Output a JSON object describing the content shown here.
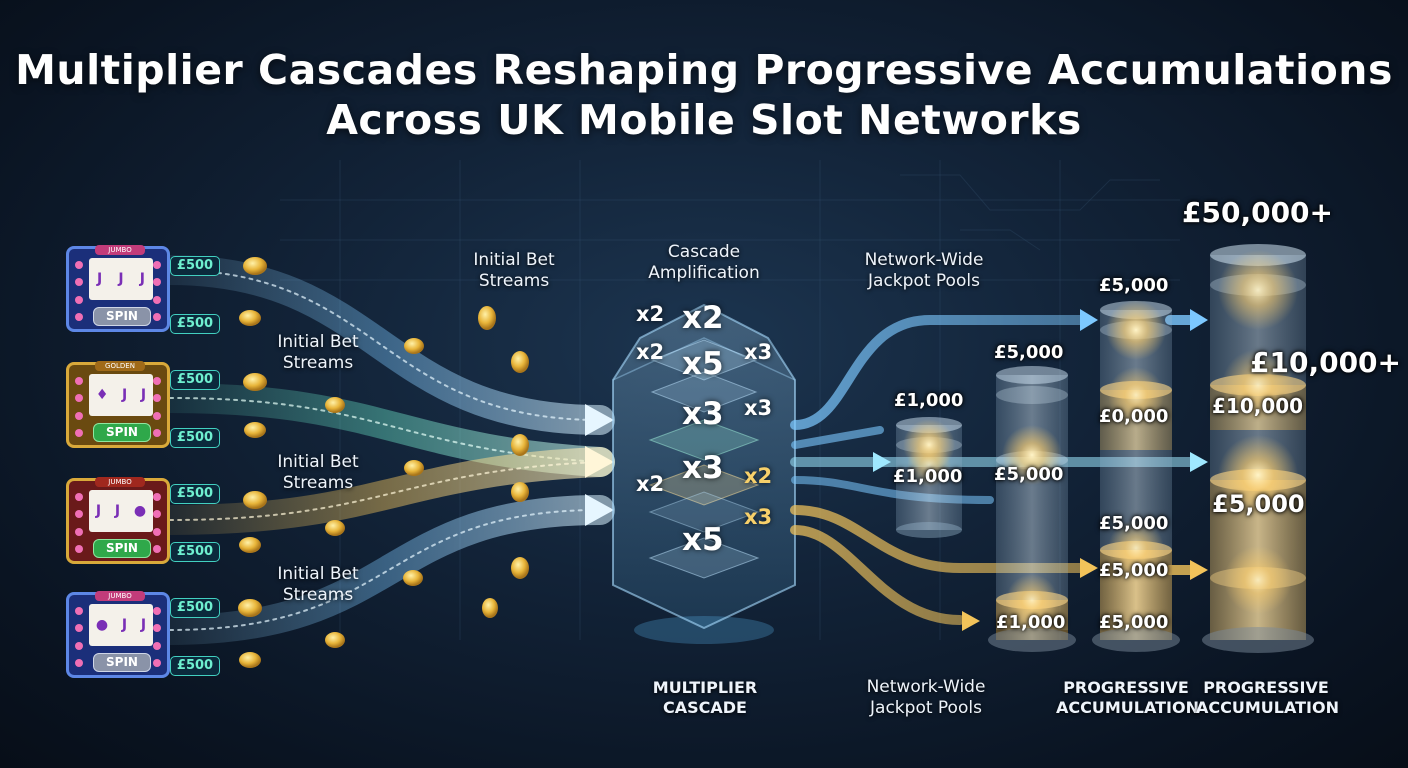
{
  "title": {
    "line1": "Multiplier Cascades Reshaping Progressive Accumulations",
    "line2": "Across UK Mobile Slot Networks"
  },
  "labels": {
    "initial_bet_streams_1": [
      "Initial Bet",
      "Streams"
    ],
    "initial_bet_streams_2": [
      "Initial Bet",
      "Streams"
    ],
    "initial_bet_streams_3": [
      "Initial Bet",
      "Streams"
    ],
    "initial_bet_streams_4": [
      "Initial Bet",
      "Streams"
    ],
    "cascade_amplification": [
      "Cascade",
      "Amplification"
    ],
    "network_wide_top": [
      "Network-Wide",
      "Jackpot Pools"
    ],
    "network_wide_bottom": [
      "Network-Wide",
      "Jackpot Pools"
    ],
    "multiplier_cascade": [
      "MULTIPLIER",
      "CASCADE"
    ],
    "progressive_accumulation_1": [
      "PROGRESSIVE",
      "ACCUMULATION"
    ],
    "progressive_accumulation_2": [
      "PROGRESSIVE",
      "ACCUMULATION"
    ]
  },
  "slots": [
    {
      "top_label": "JUMBO",
      "chips": [
        "£500",
        "£500"
      ],
      "spin": "SPIN",
      "theme": "blue"
    },
    {
      "top_label": "GOLDEN",
      "chips": [
        "£500",
        "£500"
      ],
      "spin": "SPIN",
      "theme": "gold"
    },
    {
      "top_label": "JUMBO",
      "chips": [
        "£500",
        "£500"
      ],
      "spin": "SPIN",
      "theme": "red"
    },
    {
      "top_label": "JUMBO",
      "chips": [
        "£500",
        "£500"
      ],
      "spin": "SPIN",
      "theme": "blue"
    }
  ],
  "multipliers": {
    "m1": "x2",
    "m2": "x2",
    "m3": "x2",
    "m4": "x5",
    "m5": "x3",
    "m6": "x3",
    "m7": "x3",
    "m8": "x3",
    "m9": "x2",
    "m10": "x2",
    "m11": "x3",
    "m12": "x5"
  },
  "amounts": {
    "a_50000": "£50,000+",
    "a_10000_plus": "£10,000+",
    "p1_top": "£1,000",
    "p1_mid": "£1,000",
    "p2_top": "£5,000",
    "p2_mid": "£5,000",
    "p2_bottom": "£1,000",
    "p3_top": "£5,000",
    "p3_mid": "£0,000",
    "p3_low1": "£5,000",
    "p3_low2": "£5,000",
    "p3_low3": "£5,000",
    "p4_mid": "£10,000",
    "p4_low": "£5,000"
  },
  "colors": {
    "blue_stream": "#6cc4ff",
    "teal_stream": "#6ff0d0",
    "gold_stream": "#f2c35a",
    "background": "#0c1626"
  }
}
